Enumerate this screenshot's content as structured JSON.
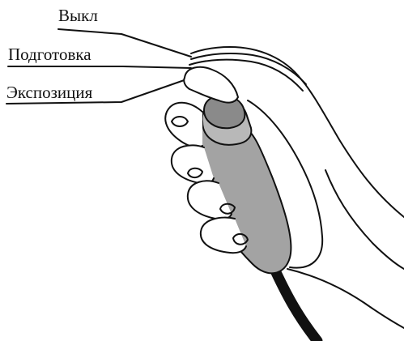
{
  "labels": {
    "off": "Выкл",
    "prepare": "Подготовка",
    "exposure": "Экспозиция"
  },
  "colors": {
    "line": "#111111",
    "grip_body": "#a3a3a3",
    "button_cap": "#8a8a8a",
    "background": "#ffffff"
  },
  "icons": {
    "hand": "hand-holding-switch-icon",
    "switch": "exposure-handswitch-icon",
    "cable": "cable-icon"
  }
}
